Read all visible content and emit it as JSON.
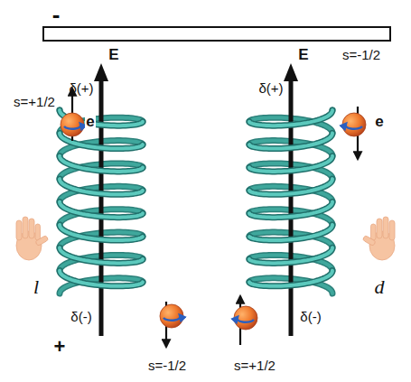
{
  "diagram": {
    "labels": [
      "-",
      "s=+1/2",
      "E",
      "E",
      "s=-1/2",
      "δ(+)",
      "δ(+)",
      "e",
      "e",
      "l",
      "d",
      "δ(-)",
      "δ(-)",
      "+",
      "s=-1/2",
      "s=+1/2"
    ]
  }
}
